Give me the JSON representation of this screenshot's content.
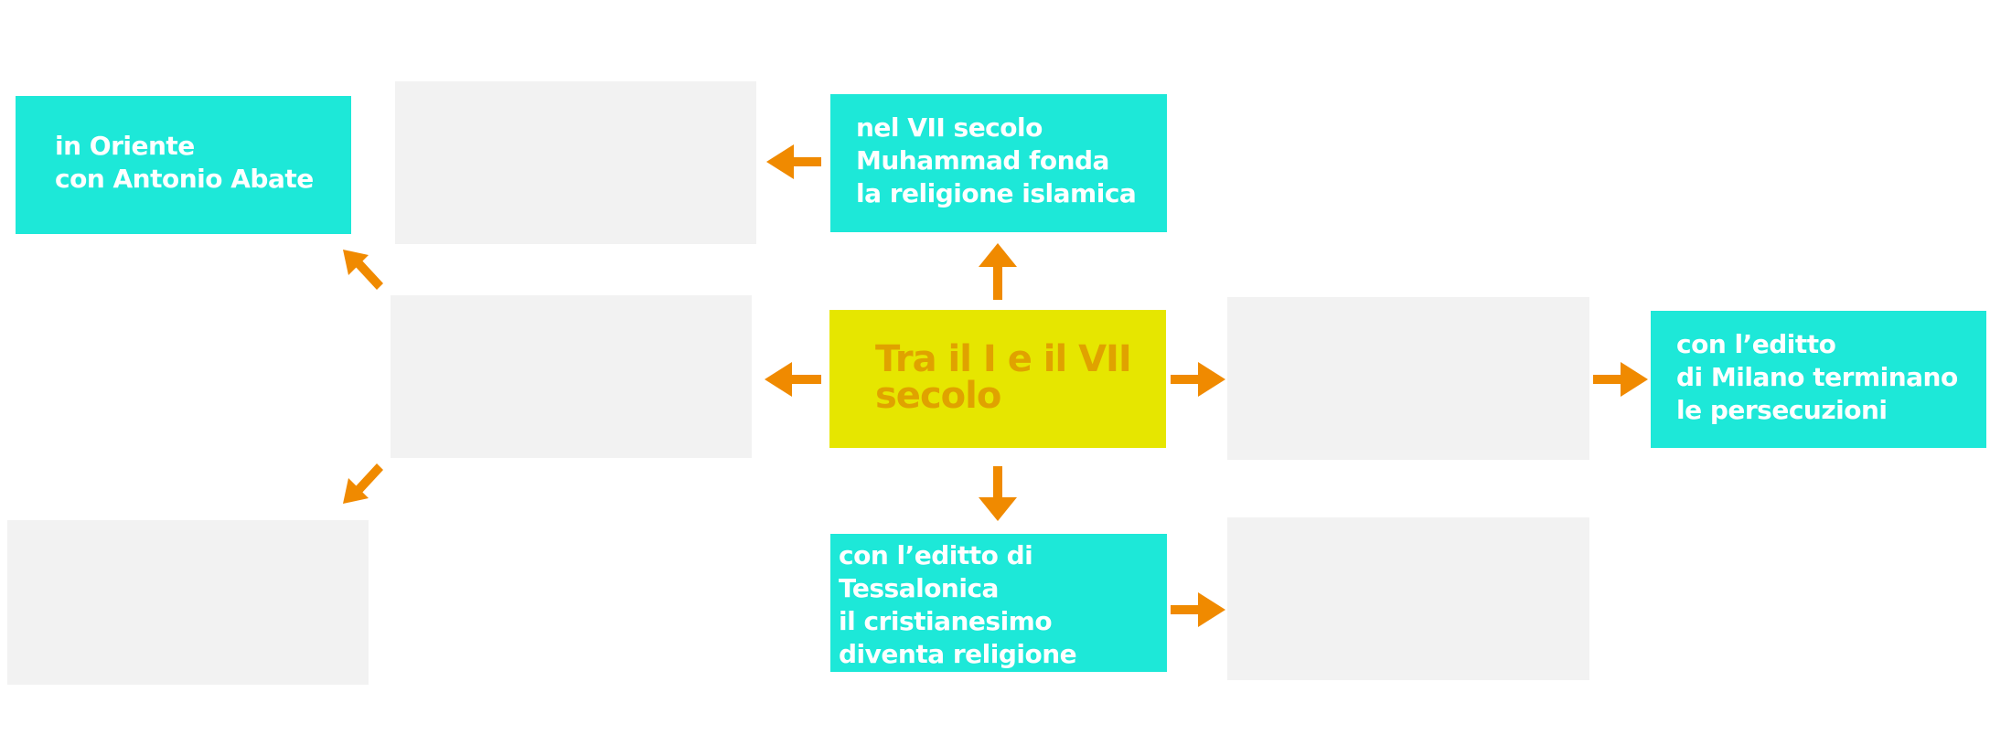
{
  "center": {
    "title": "Tra il I e il VII\nsecolo",
    "color": "#e6e600",
    "text_color": "#e0a200"
  },
  "nodes": {
    "oriente": "in Oriente\ncon Antonio Abate",
    "islam": "nel VII secolo\nMuhammad fonda\nla religione islamica",
    "milano": "con l’editto\ndi Milano terminano\nle persecuzioni",
    "tessalonica": "con l’editto di Tessalonica\nil cristianesimo\ndiventa religione ufficiale\ndell’Impero romano"
  },
  "colors": {
    "filled_box": "#1de8d8",
    "empty_box": "#f2f2f2",
    "arrow": "#f08a00"
  }
}
